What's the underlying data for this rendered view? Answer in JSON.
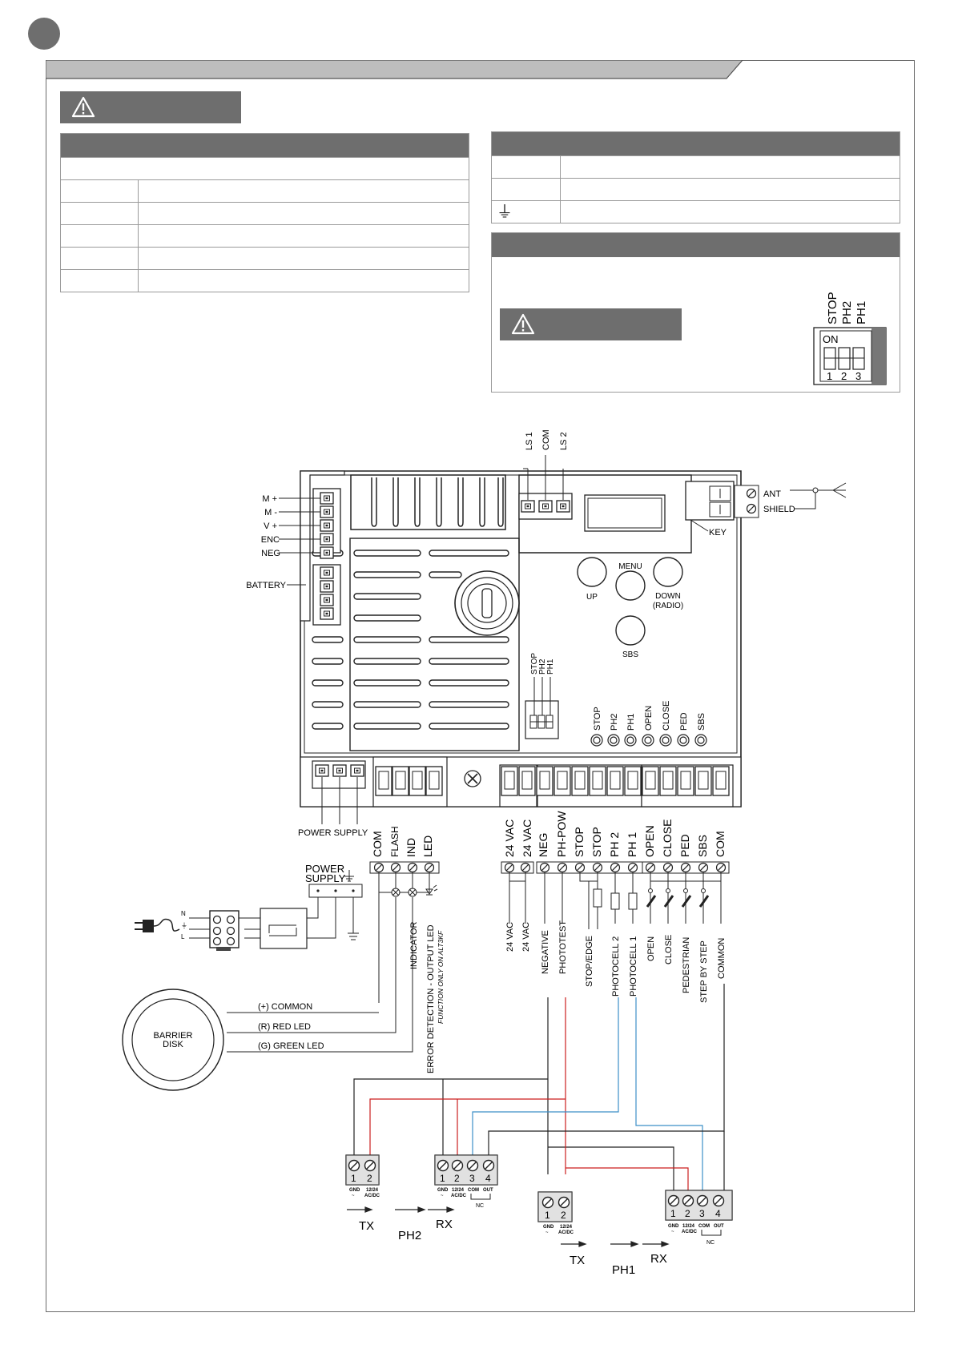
{
  "left_table": {
    "rows": 5
  },
  "right_table": {
    "earth_symbol": "⏚"
  },
  "dip_switch": {
    "labels": [
      "STOP",
      "PH2",
      "PH1"
    ],
    "on_label": "ON",
    "numbers": [
      "1",
      "2",
      "3"
    ]
  },
  "board": {
    "limit_switch_labels": [
      "LS 1",
      "COM",
      "LS 2"
    ],
    "motor_labels": [
      "M +",
      "M -",
      "V +",
      "ENC",
      "NEG"
    ],
    "battery_label": "BATTERY",
    "antenna_labels": [
      "ANT",
      "SHIELD"
    ],
    "key_label": "KEY",
    "buttons": {
      "up": "UP",
      "menu": "MENU",
      "down": "DOWN",
      "down_sub": "(RADIO)",
      "sbs": "SBS"
    },
    "dip_labels": [
      "STOP",
      "PH2",
      "PH1"
    ],
    "led_labels": [
      "STOP",
      "PH2",
      "PH1",
      "OPEN",
      "CLOSE",
      "PED",
      "SBS"
    ],
    "power_supply_label": "POWER SUPPLY"
  },
  "terminals": {
    "group_light": [
      "COM",
      "FLASH",
      "IND",
      "LED"
    ],
    "group_vac": [
      "24 VAC",
      "24 VAC"
    ],
    "group_ph": [
      "NEG",
      "PH-POW",
      "STOP",
      "STOP",
      "PH 2",
      "PH 1"
    ],
    "group_cmd": [
      "OPEN",
      "CLOSE",
      "PED",
      "SBS",
      "COM"
    ]
  },
  "functions": {
    "vac": [
      "24 VAC",
      "24 VAC"
    ],
    "ph": [
      "NEGATIVE",
      "PHOTOTEST",
      "STOP/EDGE",
      "PHOTOCELL 2",
      "PHOTOCELL 1"
    ],
    "cmd": [
      "OPEN",
      "CLOSE",
      "PEDESTRIAN",
      "STEP BY STEP",
      "COMMON"
    ],
    "indicator": "INDICATOR",
    "error_led": "ERROR DETECTION - OUTPUT LED",
    "error_led_note": "FUNCTION ONLY ON ALT3KF"
  },
  "mains": {
    "power_supply": [
      "POWER",
      "SUPPLY"
    ],
    "plug_labels": [
      "N",
      "⏚",
      "L"
    ]
  },
  "barrier_disk": {
    "label": [
      "BARRIER",
      "DISK"
    ],
    "wires": [
      "(+) COMMON",
      "(R) RED LED",
      "(G) GREEN LED"
    ]
  },
  "photocells": {
    "terminal_numbers_2": [
      "1",
      "2"
    ],
    "terminal_numbers_4": [
      "1",
      "2",
      "3",
      "4"
    ],
    "sub_labels": [
      "GND",
      "12/24",
      "COM",
      "OUT"
    ],
    "sub_labels2": [
      "~",
      "AC/DC"
    ],
    "nc": "NC",
    "tx": "TX",
    "rx": "RX",
    "ph2": "PH2",
    "ph1": "PH1"
  },
  "colors": {
    "red_wire": "#cc1f1f",
    "blue_wire": "#3c8fc8",
    "header_grey": "#6e6e6e"
  }
}
